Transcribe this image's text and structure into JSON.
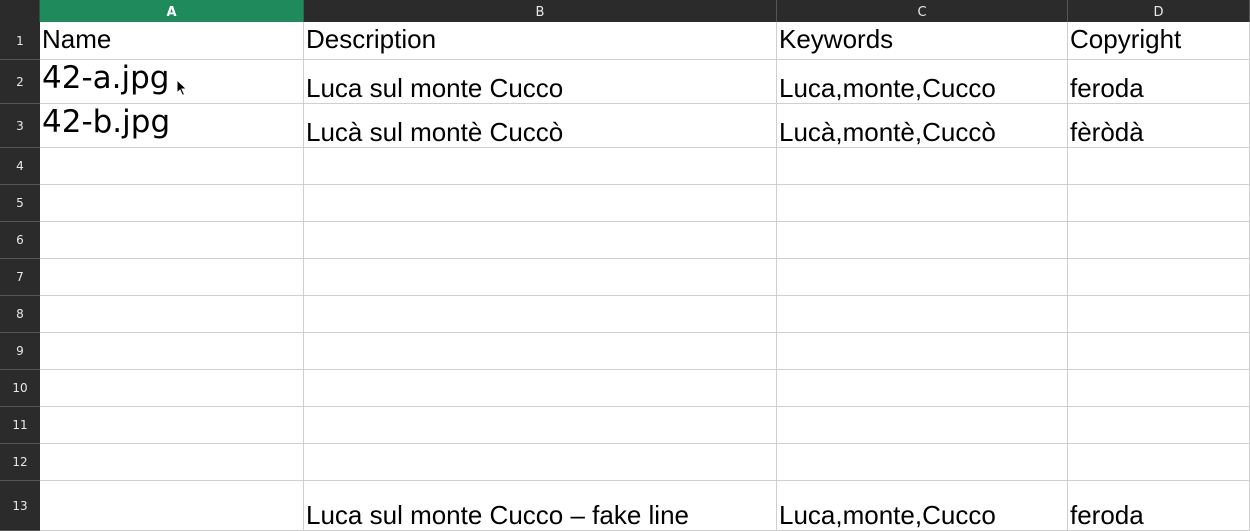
{
  "columns": [
    {
      "id": "A",
      "label": "A"
    },
    {
      "id": "B",
      "label": "B"
    },
    {
      "id": "C",
      "label": "C"
    },
    {
      "id": "D",
      "label": "D"
    }
  ],
  "selected_column": "A",
  "rows": [
    "1",
    "2",
    "3",
    "4",
    "5",
    "6",
    "7",
    "8",
    "9",
    "10",
    "11",
    "12",
    "13"
  ],
  "cells": {
    "r1": {
      "a": "Name",
      "b": "Description",
      "c": "Keywords",
      "d": "Copyright"
    },
    "r2": {
      "a": "42-a.jpg",
      "b": "Luca sul monte Cucco",
      "c": "Luca,monte,Cucco",
      "d": "feroda"
    },
    "r3": {
      "a": "42-b.jpg",
      "b": "Lucà sul montè Cuccò",
      "c": "Lucà,montè,Cuccò",
      "d": "fèròdà"
    },
    "r13": {
      "a": "",
      "b": "Luca sul monte Cucco – fake line",
      "c": "Luca,monte,Cucco",
      "d": "feroda"
    }
  },
  "colors": {
    "header_bg": "#2b2b2b",
    "selected_header": "#1f8a5b",
    "gridline": "#cfcfcf"
  },
  "icons": {
    "cursor": "mouse-pointer-icon"
  }
}
